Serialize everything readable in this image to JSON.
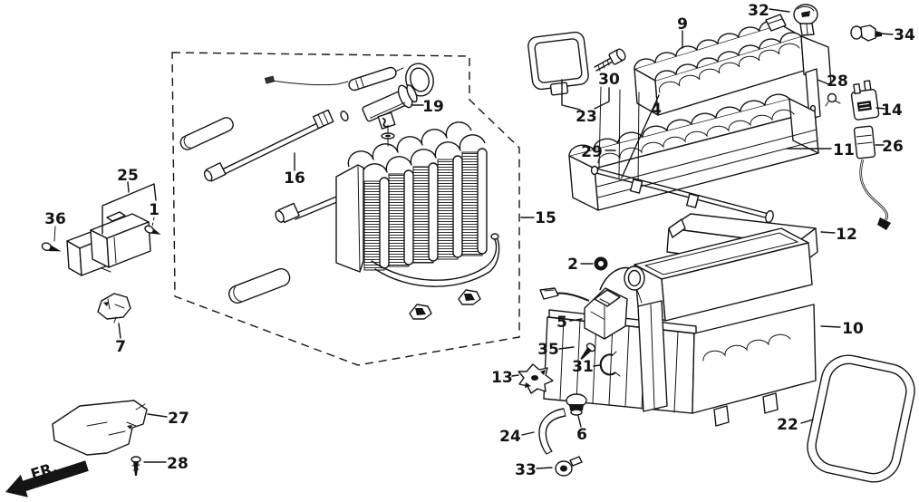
{
  "diagram": {
    "background_color": "#ffffff",
    "line_color": "#141414",
    "direction_label": "FR."
  },
  "labels": {
    "n1": "1",
    "n2": "2",
    "n4": "4",
    "n5": "5",
    "n6": "6",
    "n7": "7",
    "n9": "9",
    "n10": "10",
    "n11": "11",
    "n12": "12",
    "n13": "13",
    "n14": "14",
    "n15": "15",
    "n16": "16",
    "n19": "19",
    "n22": "22",
    "n23": "23",
    "n24": "24",
    "n25": "25",
    "n26": "26",
    "n27": "27",
    "n28": "28",
    "n29": "29",
    "n30": "30",
    "n31": "31",
    "n32": "32",
    "n33": "33",
    "n34": "34",
    "n35": "35",
    "n36": "36"
  }
}
